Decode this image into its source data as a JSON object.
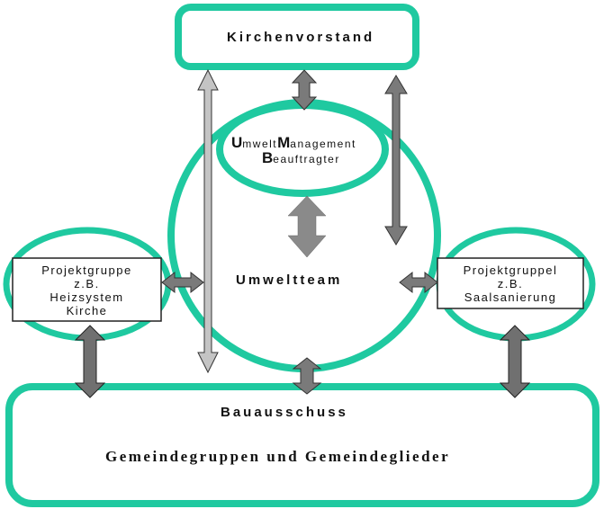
{
  "colors": {
    "accent": "#1fc9a0",
    "arrow_dark": "#7a7a7a",
    "arrow_light": "#c4c4c4",
    "stroke": "#222222"
  },
  "nodes": {
    "kirchenvorstand": "Kirchenvorstand",
    "uma": {
      "letter1": "U",
      "rest1": "mwelt",
      "letter2": "M",
      "rest2": "anagement",
      "letter3": "B",
      "rest3": "eauftragter"
    },
    "umweltteam": "Umweltteam",
    "projekt_left": [
      "Projektgruppe",
      "z.B.",
      "Heizsystem",
      "Kirche"
    ],
    "projekt_right": [
      "Projektgruppel",
      "z.B.",
      "Saalsanierung"
    ],
    "bauausschuss": "Bauausschuss",
    "gemeinde": "Gemeindegruppen und Gemeindeglieder"
  }
}
